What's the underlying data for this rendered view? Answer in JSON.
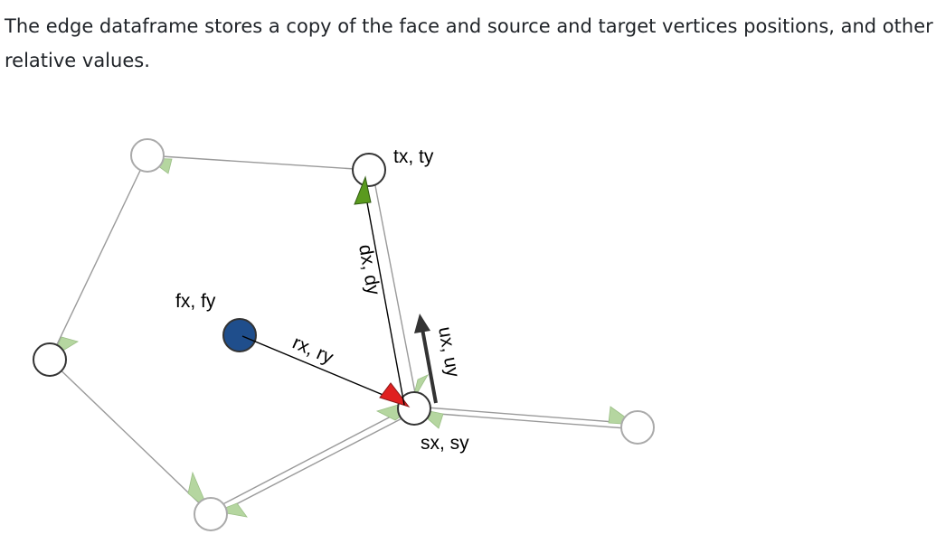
{
  "paragraph": {
    "line1": "The edge dataframe stores a copy of the face and source and target vertices positions, and other",
    "line2": "relative values."
  },
  "diagram": {
    "labels": {
      "target": "tx, ty",
      "face": "fx, fy",
      "source": "sx, sy",
      "edge_vector": "dx, dy",
      "relative": "rx, ry",
      "normal": "ux, uy"
    },
    "colors": {
      "face_fill": "#1f4e8c",
      "edge_arrow": "#5a9a1e",
      "relative_arrow": "#e02020",
      "faded_arrow": "#b5d6a0",
      "edge_line": "#9a9a9a",
      "vertex_faded": "#aaaaaa",
      "vertex_active": "#333333",
      "normal_arrow": "#333333"
    }
  }
}
